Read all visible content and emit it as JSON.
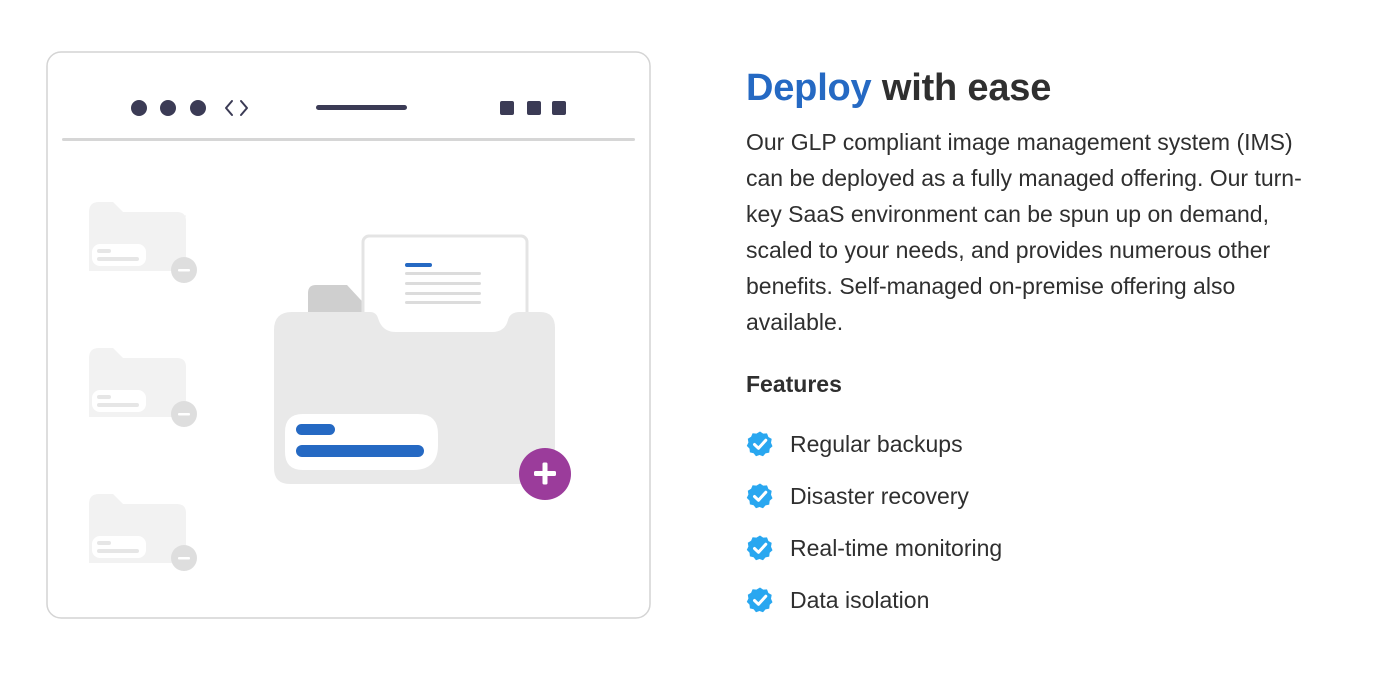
{
  "heading": {
    "accent": "Deploy",
    "rest": "with ease"
  },
  "description": "Our GLP compliant image management system (IMS) can be deployed as a fully managed offering. Our turn-key SaaS environment can be spun up on demand, scaled to your needs, and provides numerous other benefits. Self-managed on-premise offering also available.",
  "features": {
    "title": "Features",
    "items": [
      {
        "label": "Regular backups",
        "icon": "check-circle-icon"
      },
      {
        "label": "Disaster recovery",
        "icon": "check-circle-icon"
      },
      {
        "label": "Real-time monitoring",
        "icon": "check-circle-icon"
      },
      {
        "label": "Data isolation",
        "icon": "check-circle-icon"
      }
    ]
  },
  "colors": {
    "accent": "#2569c3",
    "check": "#29a7f0",
    "plus_badge": "#9b3c9b",
    "text": "#2f2f2f"
  }
}
